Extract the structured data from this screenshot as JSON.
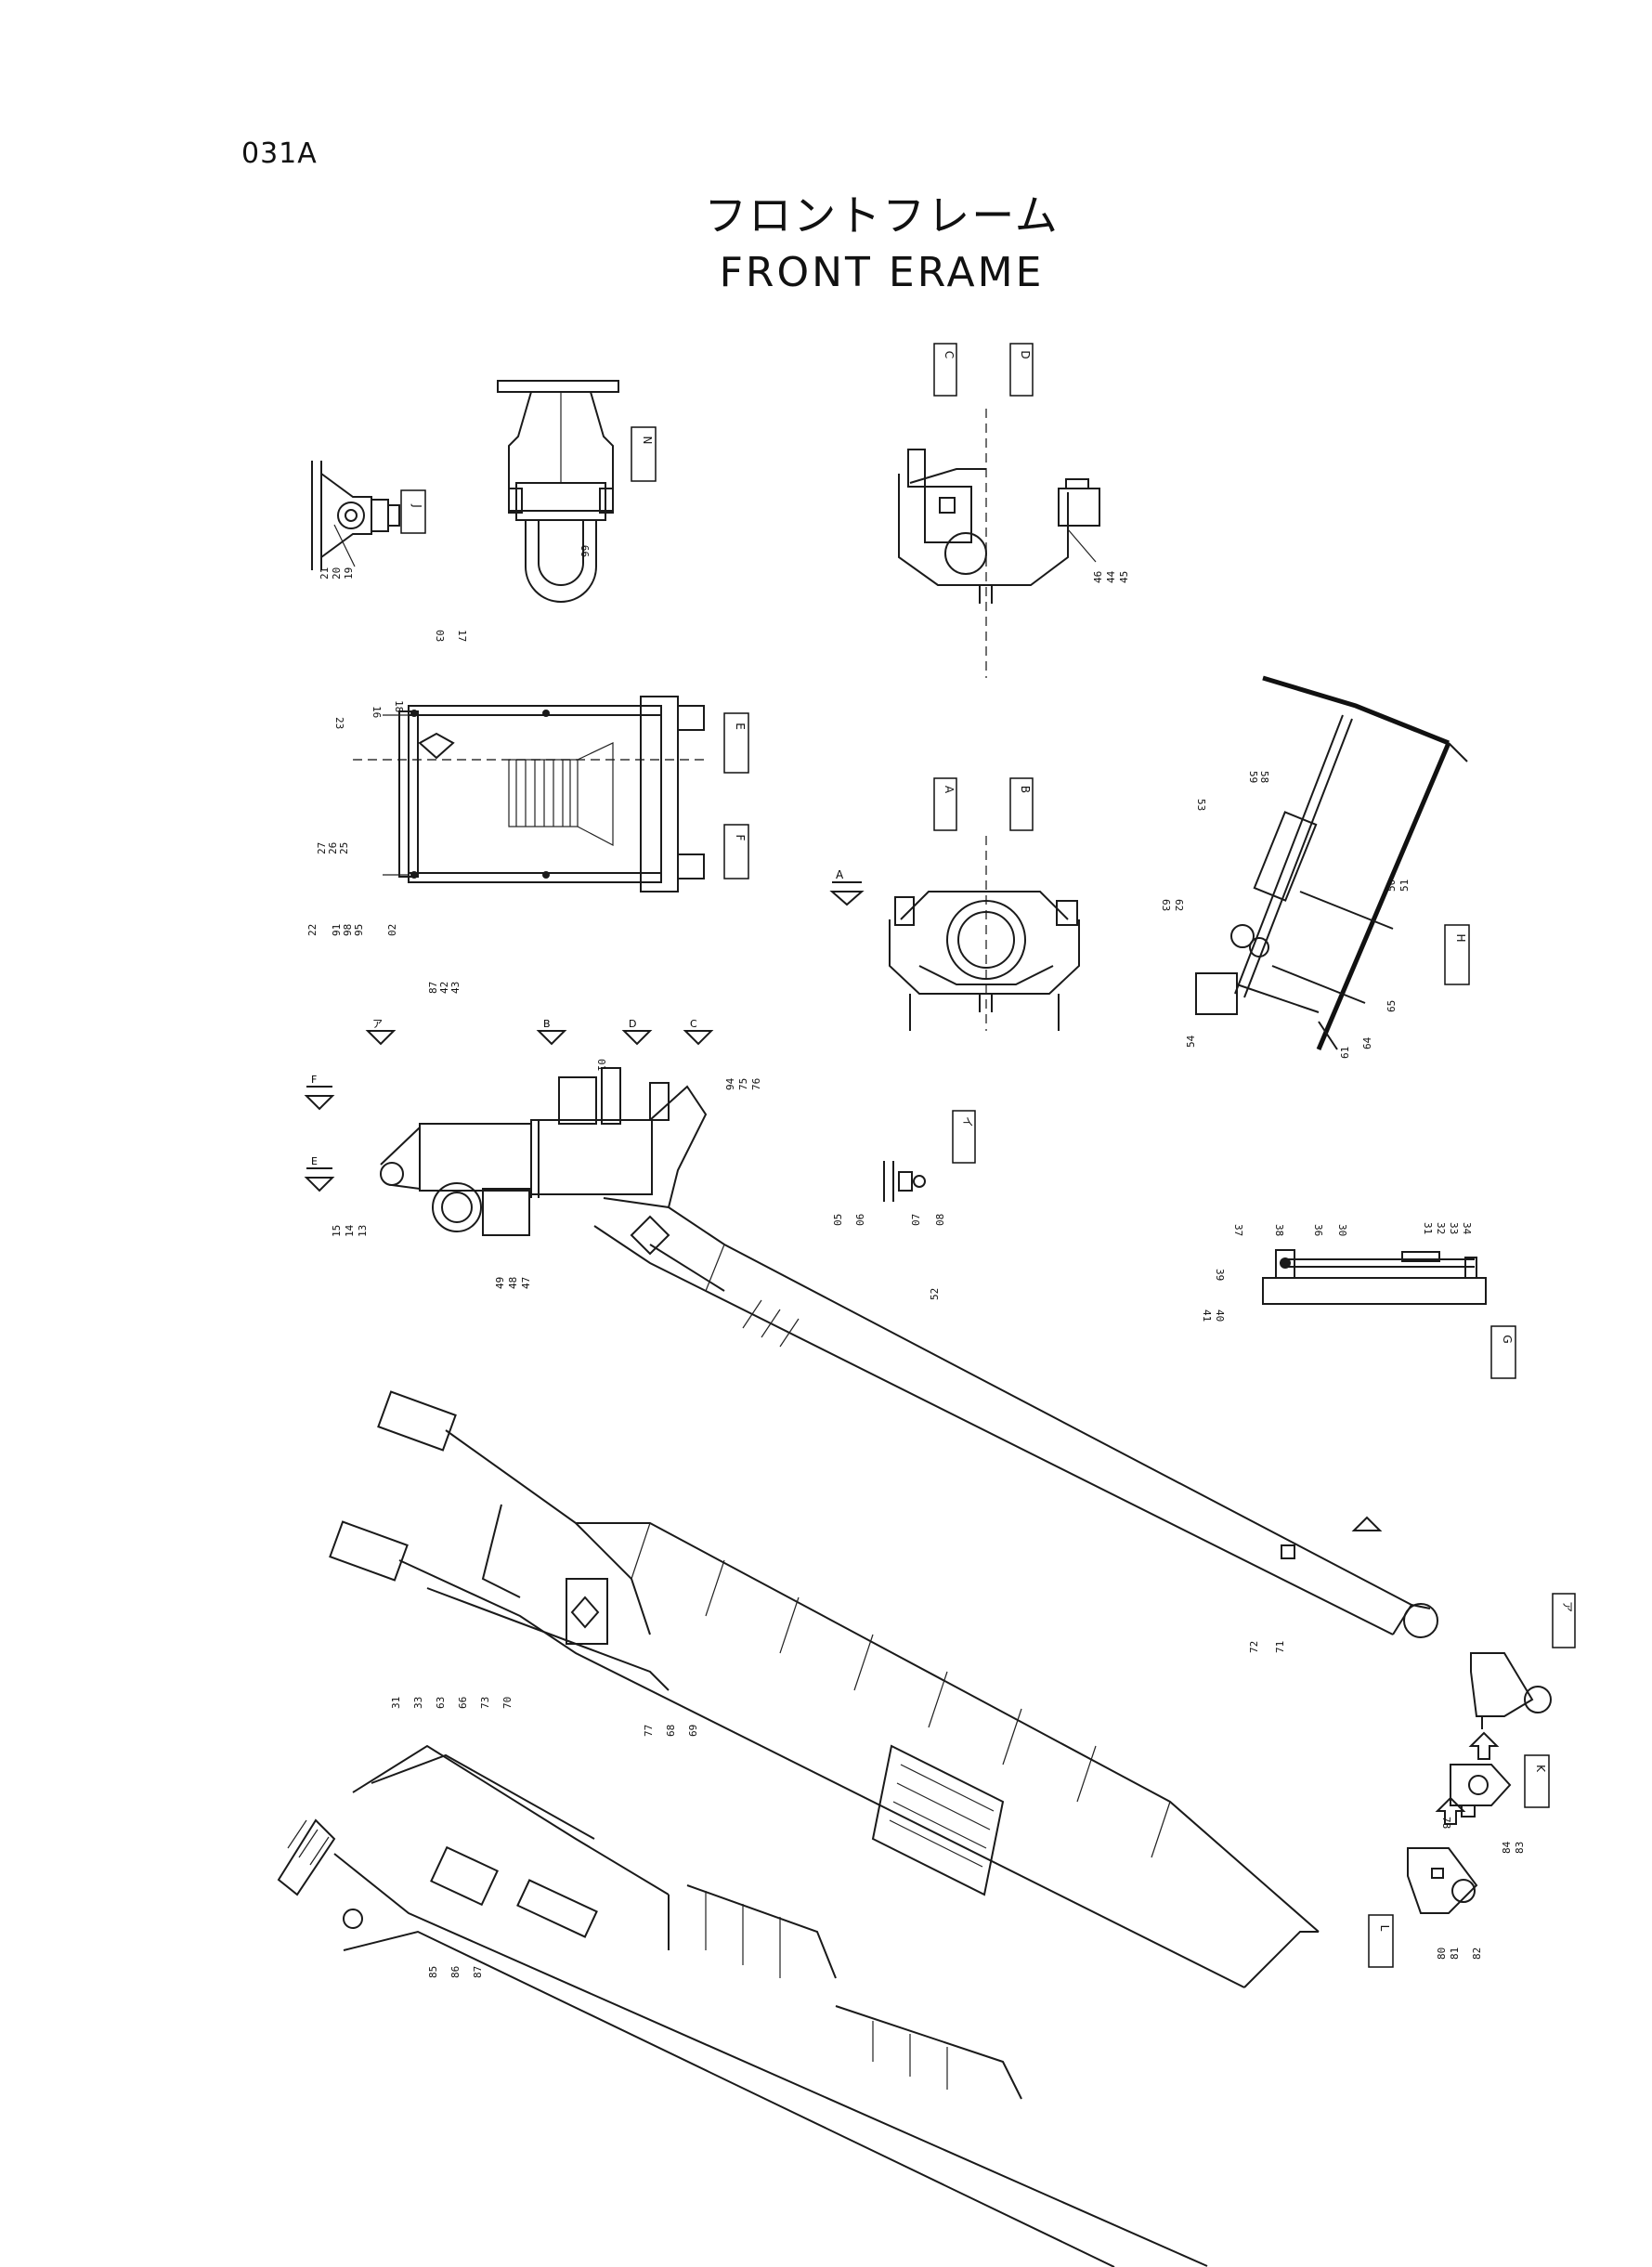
{
  "page_code": "031A",
  "title_jp": "フロントフレーム",
  "title_en": "FRONT ERAME",
  "views": [
    "N",
    "J",
    "C",
    "D",
    "E",
    "F",
    "A",
    "B",
    "H",
    "G",
    "イ",
    "ア",
    "K",
    "L"
  ],
  "view_markers": [
    "ア",
    "B",
    "D",
    "C",
    "F",
    "E",
    "A"
  ],
  "callouts": {
    "view_j": [
      "21",
      "20",
      "19"
    ],
    "view_n": [
      "99"
    ],
    "view_cd": [
      "46",
      "44",
      "45"
    ],
    "ef_top": [
      "03",
      "17",
      "18",
      "16",
      "23"
    ],
    "ef_left": [
      "27",
      "26",
      "25",
      "22",
      "91",
      "98",
      "95",
      "02"
    ],
    "ef_bottom": [
      "87",
      "42",
      "43"
    ],
    "view_h": [
      "53",
      "59",
      "58",
      "50",
      "51",
      "63",
      "62",
      "65",
      "64",
      "61",
      "54"
    ],
    "frame_top": [
      "01",
      "94",
      "75",
      "76",
      "15",
      "14",
      "13",
      "49",
      "48",
      "47",
      "52"
    ],
    "view_i": [
      "05",
      "06",
      "07",
      "08"
    ],
    "view_g": [
      "37",
      "38",
      "36",
      "30",
      "31",
      "32",
      "33",
      "34",
      "39",
      "41",
      "40"
    ],
    "frame_mid": [
      "72",
      "71",
      "31",
      "33",
      "63",
      "66",
      "73",
      "70",
      "77",
      "68",
      "69"
    ],
    "frame_low": [
      "85",
      "86",
      "87"
    ],
    "view_k": [
      "78",
      "84",
      "83"
    ],
    "view_l": [
      "80",
      "81",
      "82"
    ]
  }
}
